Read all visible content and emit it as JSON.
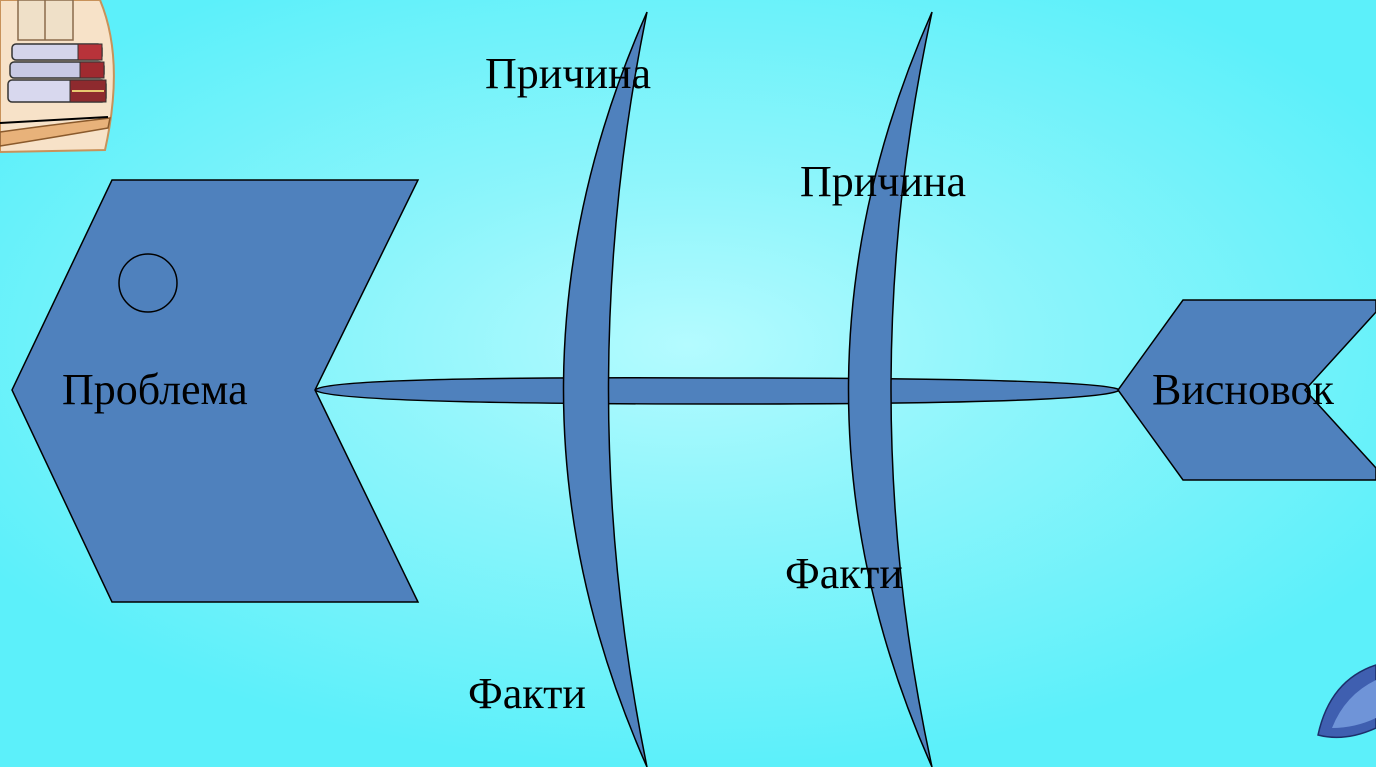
{
  "diagram": {
    "head_label": "Проблема",
    "tail_label": "Висновок",
    "bones": [
      {
        "cause_label": "Причина",
        "facts_label": "Факти"
      },
      {
        "cause_label": "Причина",
        "facts_label": "Факти"
      }
    ]
  },
  "colors": {
    "shape_fill": "#4f81bd",
    "shape_stroke": "#000000",
    "background": "#7ff3fa"
  },
  "icons": {
    "top_left": "books-icon",
    "bottom_right": "fish-icon"
  }
}
